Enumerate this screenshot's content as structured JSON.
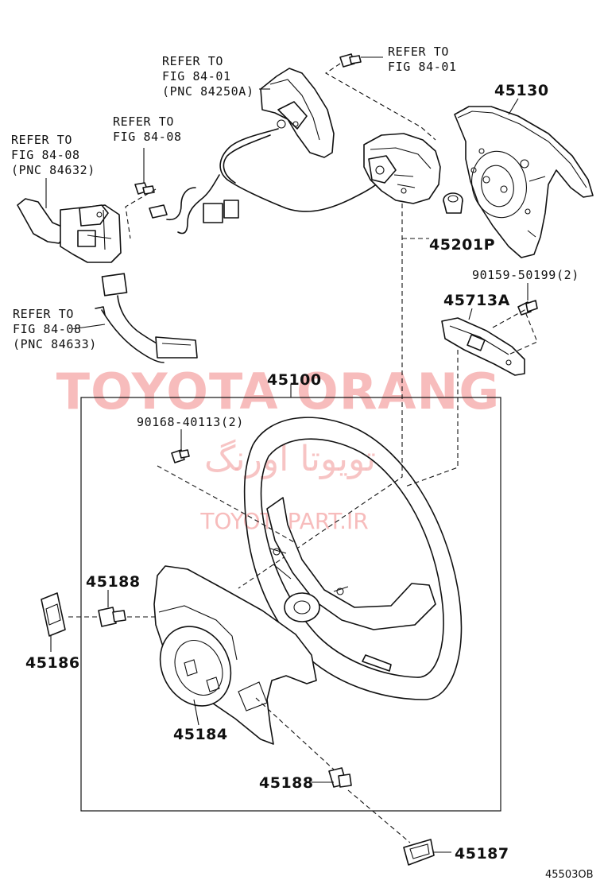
{
  "labels": {
    "refer_upper_center": [
      "REFER TO",
      "FIG 84-01",
      "(PNC 84250A)"
    ],
    "refer_upper_right": [
      "REFER TO",
      "FIG 84-01"
    ],
    "refer_mid": [
      "REFER TO",
      "FIG 84-08"
    ],
    "refer_left": [
      "REFER TO",
      "FIG 84-08",
      "(PNC 84632)"
    ],
    "refer_lower_left": [
      "REFER TO",
      "FIG 84-08",
      "(PNC 84633)"
    ],
    "p45130": "45130",
    "p45201p": "45201P",
    "p90159": "90159-50199(2)",
    "p45713a": "45713A",
    "p45100": "45100",
    "p90168": "90168-40113(2)",
    "p45188_upper": "45188",
    "p45186": "45186",
    "p45184": "45184",
    "p45188_lower": "45188",
    "p45187": "45187",
    "figure_code": "45503OB"
  },
  "watermark": {
    "main": "TOYOTA ORANG",
    "persian": "تویوتا اورنگ",
    "url": "TOYOTAPART.IR"
  },
  "icons": {
    "combination_switch": "turn-signal-switch-icon",
    "spiral_cable": "spiral-cable-icon",
    "horn_pad": "airbag-pad-icon",
    "steering_wheel": "steering-wheel-icon",
    "bolt": "bolt-icon"
  },
  "colors": {
    "line": "#111111",
    "watermark": "#f4a6a6",
    "background": "#ffffff"
  }
}
